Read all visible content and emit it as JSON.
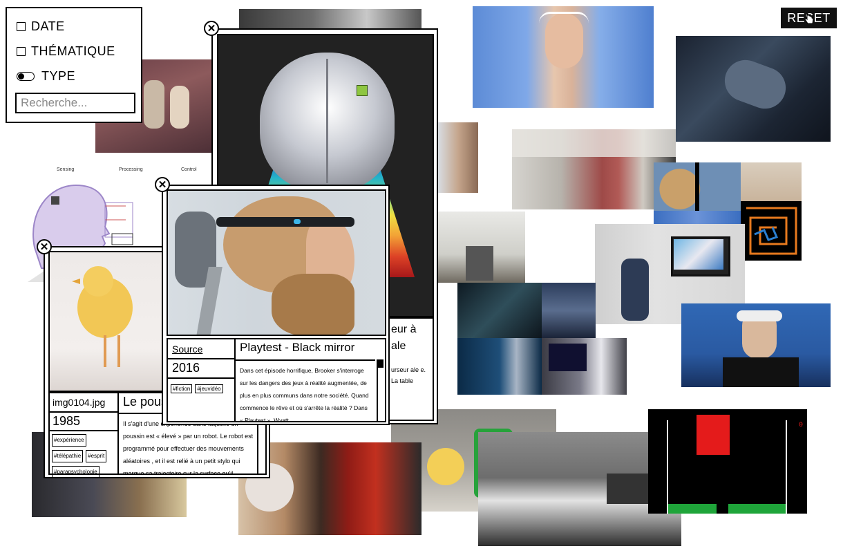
{
  "filters": {
    "date_label": "DATE",
    "thematique_label": "THÉMATIQUE",
    "type_label": "TYPE",
    "search_placeholder": "Recherche..."
  },
  "reset_label": "RESET",
  "diagram_labels": {
    "sensing": "Sensing",
    "processing": "Processing",
    "control": "Control"
  },
  "cards": {
    "brain": {
      "title_partial": "eur à ale",
      "desc_partial": "urseur ale e. La table"
    },
    "playtest": {
      "source_label": "Source",
      "title": "Playtest - Black mirror",
      "year": "2016",
      "tags": [
        "#fiction",
        "#jeuvidéo"
      ],
      "description": "Dans cet épisode horrifique, Brooker s'interroge sur les dangers des jeux à réalité augmentée, de plus en plus communs dans notre société. Quand commence le rêve et où s'arrête la réalité ? Dans « Playtest », Wyatt..."
    },
    "chick": {
      "filename": "img0104.jpg",
      "title": "Le pous",
      "year": "1985",
      "tags": [
        "#expérience",
        "#télépathie",
        "#esprit",
        "#parapsychologie"
      ],
      "description": "Il s'agit d'une expérience dans laquelle un poussin est « élevé » par un robot. Le robot est programmé pour effectuer des mouvements aléatoires , et il est relié à un petit stylo qui marque sa trajectoire sur la surface qu'il..."
    }
  },
  "game_score": "0"
}
